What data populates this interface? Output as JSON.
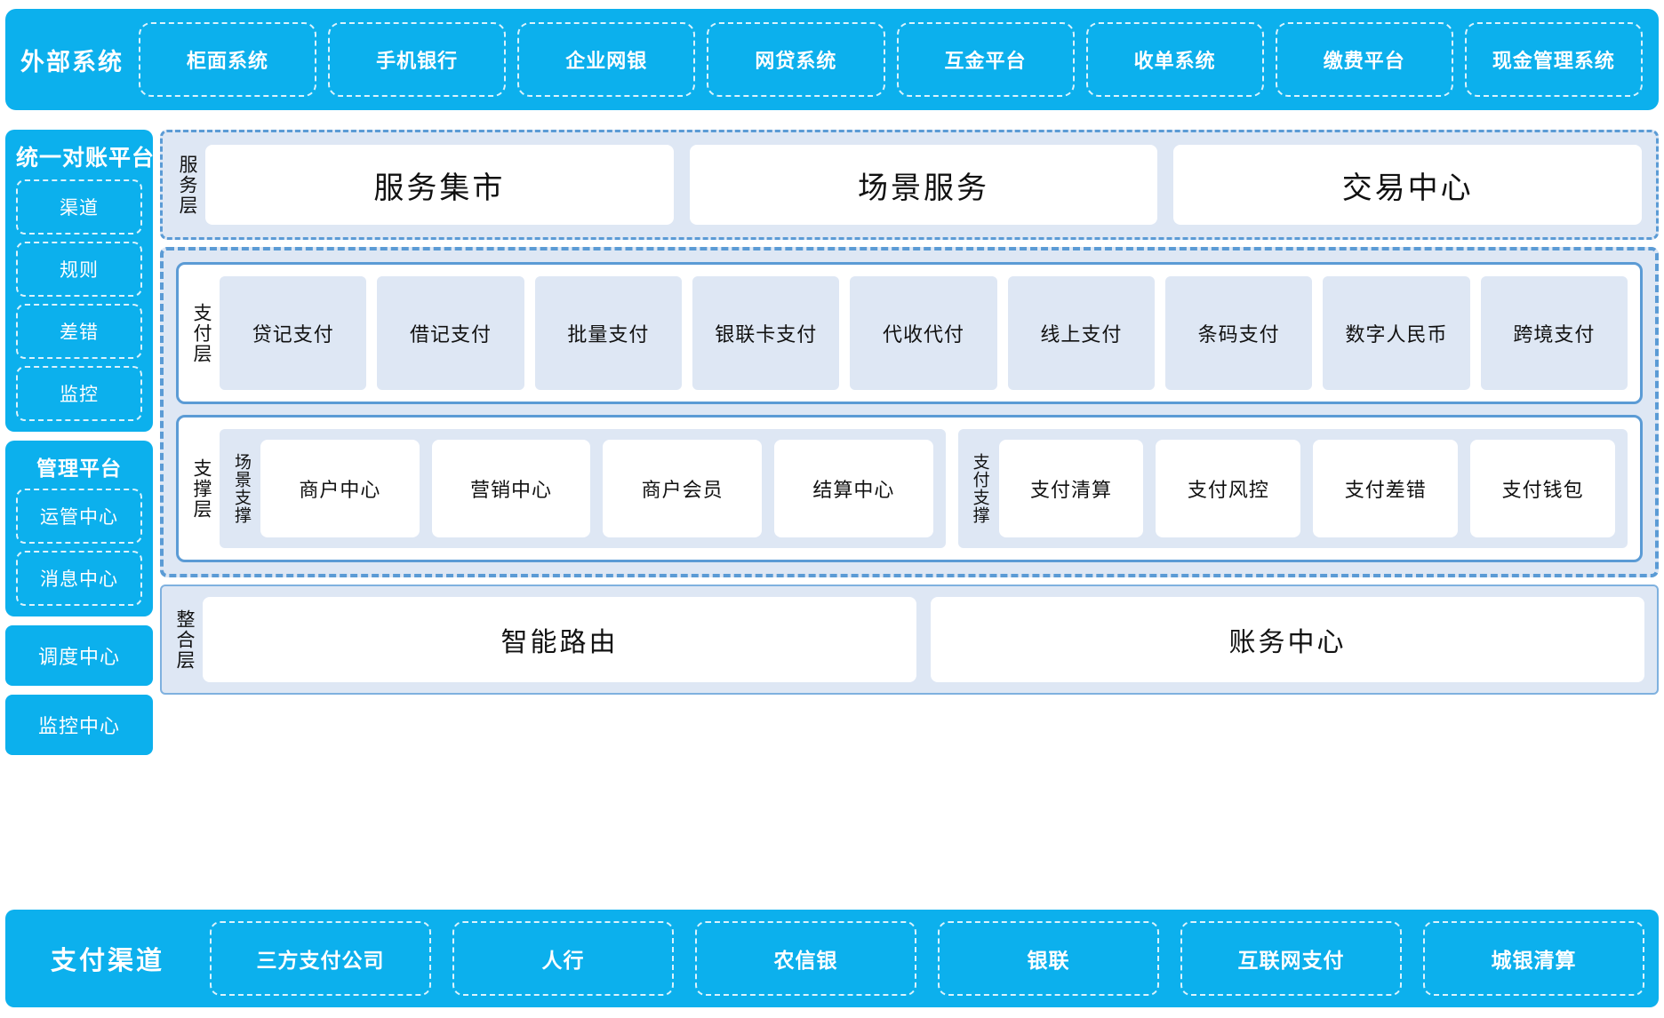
{
  "theme": {
    "brand_cyan": "#0CB0ED",
    "layer_fill": "#DEE7F4",
    "layer_border": "#5B9BD5",
    "card_white": "#FFFFFF"
  },
  "external_systems": {
    "title": "外部系统",
    "items": [
      "柜面系统",
      "手机银行",
      "企业网银",
      "网贷系统",
      "互金平台",
      "收单系统",
      "缴费平台",
      "现金管理系统"
    ]
  },
  "left_column": {
    "reconciliation_platform": {
      "title": "统一对账平台",
      "items": [
        "渠道",
        "规则",
        "差错",
        "监控"
      ]
    },
    "management_platform": {
      "title": "管理平台",
      "items": [
        "运管中心",
        "消息中心"
      ]
    },
    "standalone": [
      "调度中心",
      "监控中心"
    ]
  },
  "service_layer": {
    "label": "服务层",
    "cards": [
      "服务集市",
      "场景服务",
      "交易中心"
    ]
  },
  "payment_layer": {
    "label": "支付层",
    "tiles": [
      "贷记支付",
      "借记支付",
      "批量支付",
      "银联卡支付",
      "代收代付",
      "线上支付",
      "条码支付",
      "数字人民币",
      "跨境支付"
    ]
  },
  "support_layer": {
    "label": "支撑层",
    "groups": [
      {
        "label": "场景支撑",
        "cards": [
          "商户中心",
          "营销中心",
          "商户会员",
          "结算中心"
        ]
      },
      {
        "label": "支付支撑",
        "cards": [
          "支付清算",
          "支付风控",
          "支付差错",
          "支付钱包"
        ]
      }
    ]
  },
  "integration_layer": {
    "label": "整合层",
    "cards": [
      "智能路由",
      "账务中心"
    ]
  },
  "payment_channels": {
    "title": "支付渠道",
    "items": [
      "三方支付公司",
      "人行",
      "农信银",
      "银联",
      "互联网支付",
      "城银清算"
    ]
  }
}
